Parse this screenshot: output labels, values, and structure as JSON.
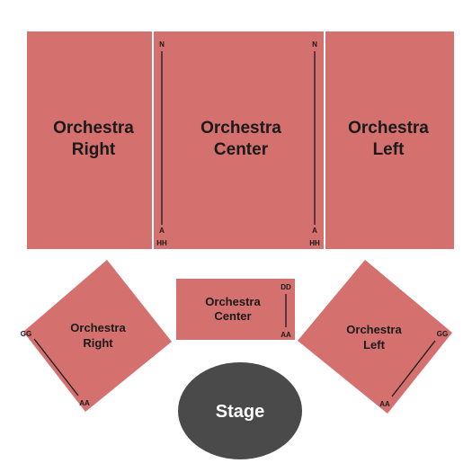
{
  "colors": {
    "section": "#d4706e",
    "stage": "#4a4a4a",
    "background": "#ffffff"
  },
  "upper": {
    "orchestra_right": {
      "line1": "Orchestra",
      "line2": "Right"
    },
    "orchestra_center": {
      "line1": "Orchestra",
      "line2": "Center",
      "left_aisle": {
        "top_row": "N",
        "bottom_row": "A",
        "extra_row": "HH"
      },
      "right_aisle": {
        "top_row": "N",
        "bottom_row": "A",
        "extra_row": "HH"
      }
    },
    "orchestra_left": {
      "line1": "Orchestra",
      "line2": "Left"
    }
  },
  "lower": {
    "orchestra_right": {
      "line1": "Orchestra",
      "line2": "Right",
      "row_start": "GG",
      "row_end": "AA"
    },
    "orchestra_center": {
      "line1": "Orchestra",
      "line2": "Center",
      "row_start": "DD",
      "row_end": "AA"
    },
    "orchestra_left": {
      "line1": "Orchestra",
      "line2": "Left",
      "row_start": "GG",
      "row_end": "AA"
    }
  },
  "stage": {
    "label": "Stage"
  }
}
